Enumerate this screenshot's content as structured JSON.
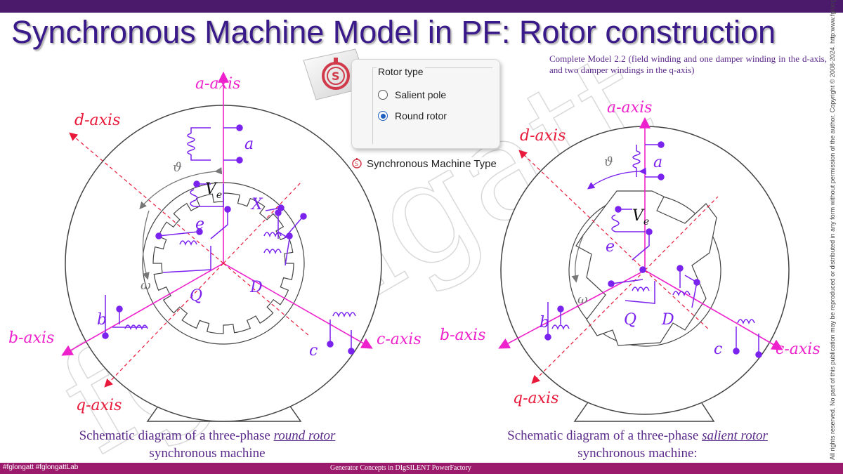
{
  "title": "Synchronous Machine Model in PF: Rotor construction",
  "side_text": "All rights reserved. No part of this publication may be reproduced or distributed in any form without permission of the author. Copyright © 2008-2024. http:www.fglongatt.org",
  "note": "Complete Model 2.2 (field winding and one damper winding in the d-axis, and two damper windings in the q-axis)",
  "watermark": "fglongatt",
  "footer": {
    "left": "#fglongatt #fglongattLab",
    "center": "Generator Concepts in DIgSILENT PowerFactory"
  },
  "rotor_panel": {
    "group_title": "Rotor type",
    "options": [
      {
        "label": "Salient pole",
        "selected": false
      },
      {
        "label": "Round rotor",
        "selected": true
      }
    ],
    "type_label": "Synchronous Machine Type"
  },
  "left_diagram": {
    "caption_line1_pre": "Schematic diagram of a three-phase ",
    "caption_line1_em": "round rotor",
    "caption_line2": "synchronous machine",
    "labels": {
      "a_axis": "a-axis",
      "b_axis": "b-axis",
      "c_axis": "c-axis",
      "d_axis": "d-axis",
      "q_axis": "q-axis",
      "a": "a",
      "b": "b",
      "c": "c",
      "Ve": "V",
      "Ve_sub": "e",
      "e": "e",
      "X": "X",
      "Q": "Q",
      "D": "D",
      "theta": "ϑ",
      "omega": "ω"
    }
  },
  "right_diagram": {
    "caption_line1_pre": "Schematic diagram of a three-phase ",
    "caption_line1_em": "salient  rotor",
    "caption_line2": "synchronous machine:",
    "labels": {
      "a_axis": "a-axis",
      "b_axis": "b-axis",
      "c_axis": "c-axis",
      "d_axis": "d-axis",
      "q_axis": "q-axis",
      "a": "a",
      "b": "b",
      "c": "c",
      "Ve": "V",
      "Ve_sub": "e",
      "e": "e",
      "Q": "Q",
      "D": "D",
      "theta": "ϑ",
      "omega": "ω"
    }
  },
  "colors": {
    "phase": "#ee22cc",
    "dq": "#e8193a",
    "winding": "#7a22ee",
    "title": "#3a1a8a",
    "gray": "#777777"
  }
}
